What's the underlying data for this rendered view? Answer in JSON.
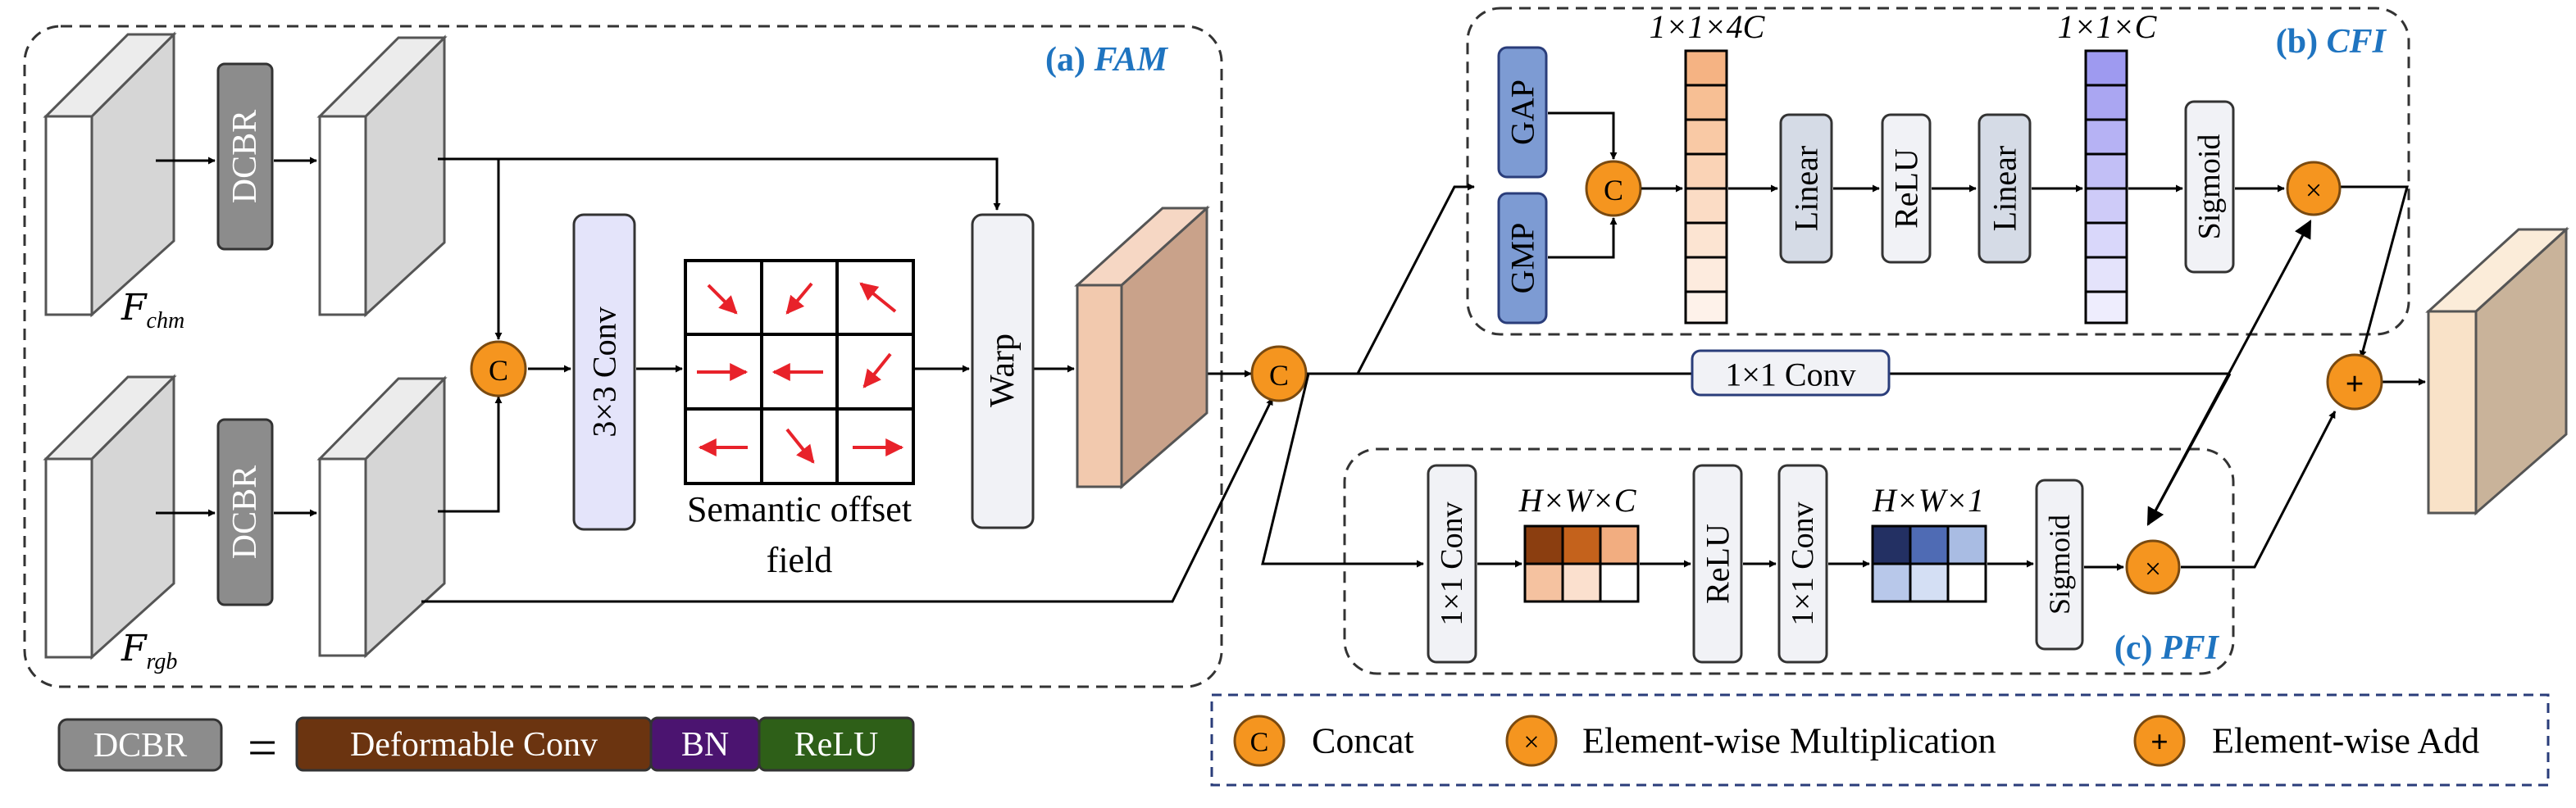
{
  "sections": {
    "fam": {
      "label": "(a)",
      "name": "FAM"
    },
    "cfi": {
      "label": "(b)",
      "name": "CFI"
    },
    "pfi": {
      "label": "(c)",
      "name": "PFI"
    }
  },
  "fam": {
    "input_chm": {
      "symbol": "F",
      "subscript": "chm"
    },
    "input_rgb": {
      "symbol": "F",
      "subscript": "rgb"
    },
    "dcbr_label": "DCBR",
    "conv3x3_label": "3×3 Conv",
    "offset_field_label_line1": "Semantic offset",
    "offset_field_label_line2": "field",
    "warp_label": "Warp",
    "concat_symbol": "C"
  },
  "cfi": {
    "gap_label": "GAP",
    "gmp_label": "GMP",
    "concat_symbol": "C",
    "vector1_dim": "1×1×4C",
    "linear1_label": "Linear",
    "relu_label": "ReLU",
    "linear2_label": "Linear",
    "vector2_dim": "1×1×C",
    "sigmoid_label": "Sigmoid",
    "mult_symbol": "×"
  },
  "middle": {
    "concat_symbol": "C",
    "conv1x1_label": "1×1 Conv",
    "add_symbol": "+"
  },
  "pfi": {
    "conv1_label": "1×1 Conv",
    "map1_dim": "H×W×C",
    "relu_label": "ReLU",
    "conv2_label": "1×1 Conv",
    "map2_dim": "H×W×1",
    "sigmoid_label": "Sigmoid",
    "mult_symbol": "×"
  },
  "dcbr_legend": {
    "name": "DCBR",
    "equals": "=",
    "parts": [
      "Deformable Conv",
      "BN",
      "ReLU"
    ]
  },
  "symbol_legend": [
    {
      "symbol": "C",
      "label": "Concat"
    },
    {
      "symbol": "×",
      "label": "Element-wise Multiplication"
    },
    {
      "symbol": "+",
      "label": "Element-wise Add"
    }
  ],
  "colors": {
    "accent_text": "#1f74c0",
    "op_circle": "#f5951f",
    "dcbr_box": "#8c8c8c",
    "conv_box": "#e4e4fa",
    "gap_box": "#7d9bd3",
    "deform_conv": "#6b3410",
    "bn": "#4b1470",
    "relu_legend": "#2e5f18",
    "feature_out_fam": "#f2c9ae",
    "feature_out_final": "#f9e2c8",
    "offset_arrow": "#e8222a"
  }
}
